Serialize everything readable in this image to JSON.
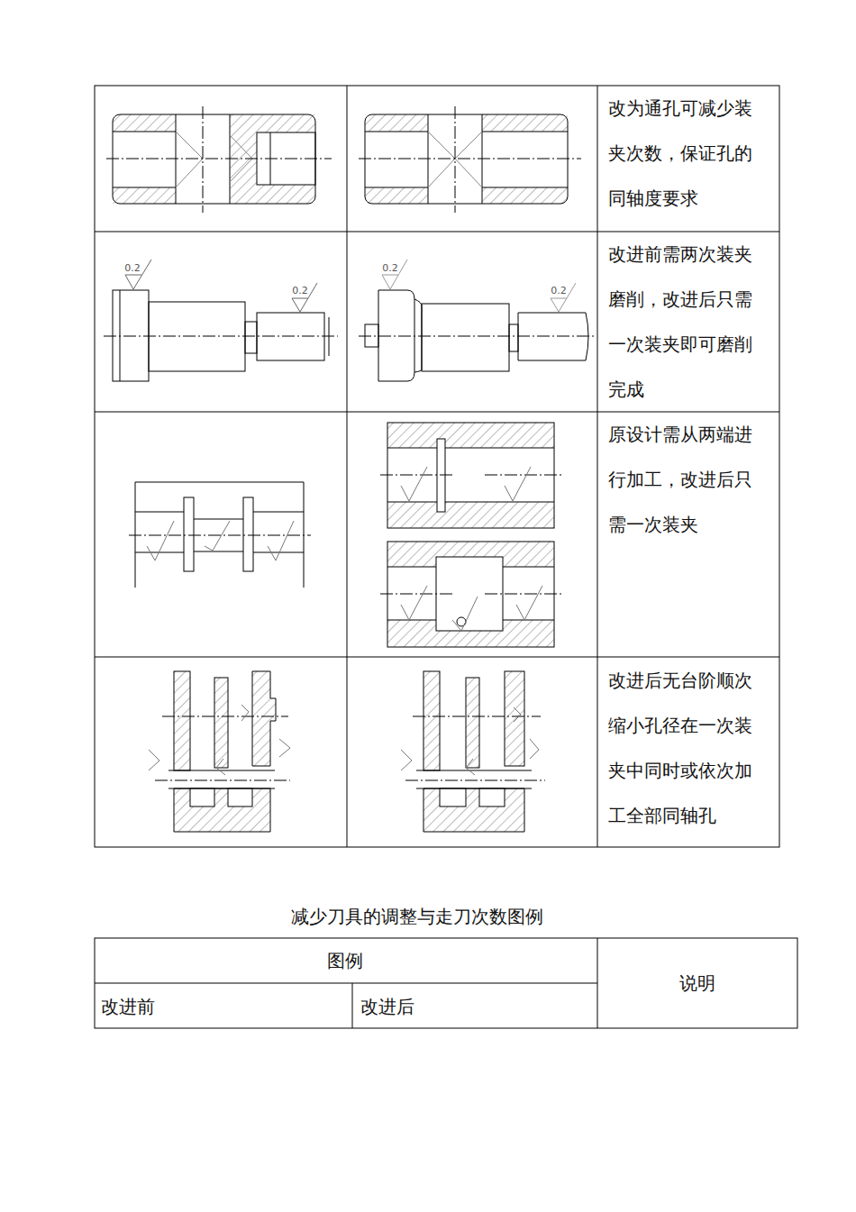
{
  "diagram": {
    "title": "减少刀具的调整与走刀次数图例",
    "labels": [
      "改为通孔可减少装夹次数，保证孔的同轴度要求",
      "改进前需两次装夹磨削，改进后只需一次装夹即可磨削完成",
      "原设计需从两端进行加工，改进后只需一次装夹",
      "改进后无台阶顺次缩小孔径在一次装夹中同时或依次加工全部同轴孔",
      "0.2",
      "0.2",
      "0.2",
      "0.2",
      "图例",
      "说明",
      "改进前",
      "改进后"
    ]
  }
}
